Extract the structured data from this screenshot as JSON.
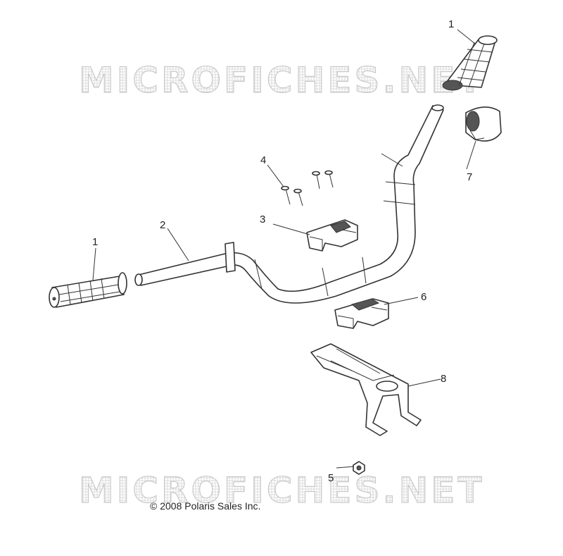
{
  "watermark": {
    "top_text": "MICROFICHES.NET",
    "bottom_text": "MICROFICHES.NET"
  },
  "copyright": "© 2008 Polaris Sales Inc.",
  "callouts": {
    "grip_right": "1",
    "grip_left": "1",
    "handlebar": "2",
    "upper_clamp": "3",
    "bolts": "4",
    "nut": "5",
    "lower_clamp": "6",
    "throttle_housing": "7",
    "bracket": "8"
  }
}
